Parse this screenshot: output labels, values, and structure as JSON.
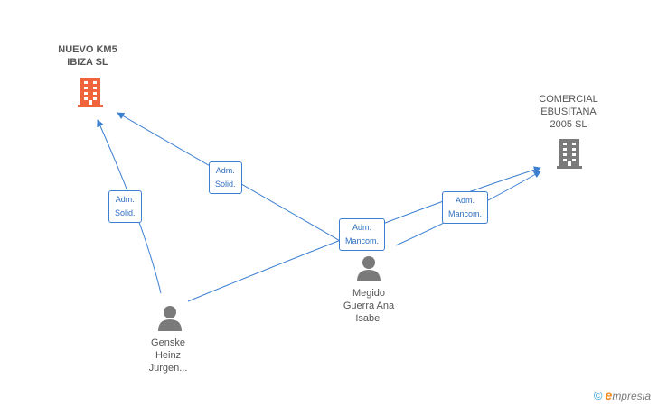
{
  "colors": {
    "edge": "#3b7fd1",
    "company_main": "#f0643c",
    "company_other": "#7a7a7a",
    "person": "#7a7a7a"
  },
  "nodes": {
    "nuevo_km5": {
      "line1": "NUEVO KM5",
      "line2": "IBIZA SL",
      "icon": "building-icon"
    },
    "comercial": {
      "line1": "COMERCIAL",
      "line2": "EBUSITANA",
      "line3": "2005 SL",
      "icon": "building-icon"
    },
    "megido": {
      "line1": "Megido",
      "line2": "Guerra Ana",
      "line3": "Isabel",
      "icon": "person-icon"
    },
    "genske": {
      "line1": "Genske",
      "line2": "Heinz",
      "line3": "Jurgen...",
      "icon": "person-icon"
    }
  },
  "edges": {
    "genske_nuevo": {
      "line1": "Adm.",
      "line2": "Solid."
    },
    "megido_nuevo": {
      "line1": "Adm.",
      "line2": "Solid."
    },
    "genske_comercial": {
      "line1": "Adm.",
      "line2": "Mancom."
    },
    "megido_comercial": {
      "line1": "Adm.",
      "line2": "Mancom."
    }
  },
  "brand": {
    "copyright": "©",
    "e": "e",
    "rest": "mpresia"
  }
}
